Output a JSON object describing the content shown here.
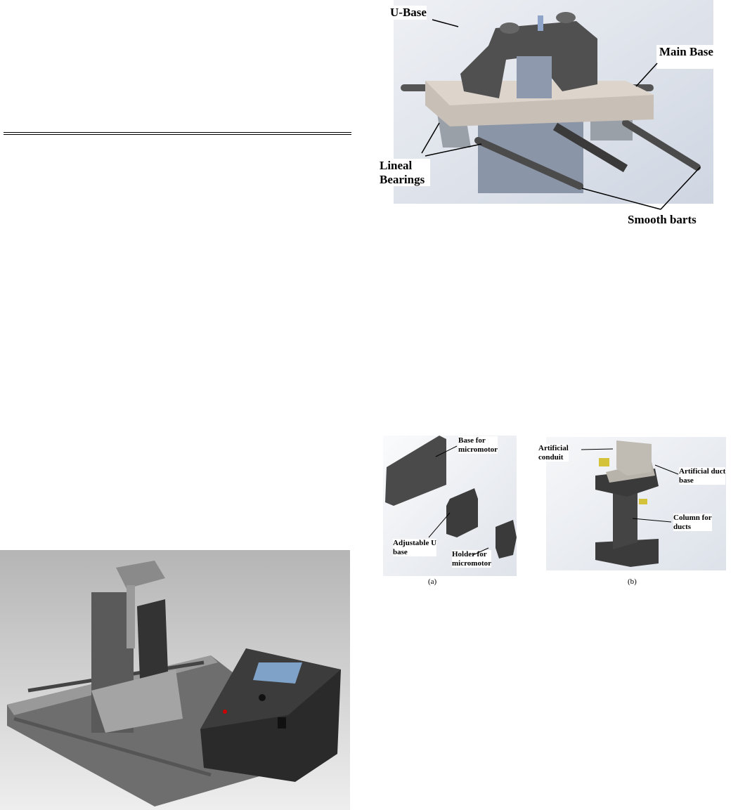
{
  "figure_top": {
    "labels": {
      "u_base": "U-Base",
      "main_base": "Main Base",
      "lineal_bearings": "Lineal\nBearings",
      "smooth_bars": "Smooth barts"
    }
  },
  "figure_parts": {
    "a": {
      "caption": "(a)",
      "labels": {
        "base_micromotor": "Base for\nmicromotor",
        "adjustable_u_base": "Adjustable U\nbase",
        "holder_micromotor": "Holder for\nmicromotor"
      }
    },
    "b": {
      "caption": "(b)",
      "labels": {
        "artificial_conduit": "Artificial\nconduit",
        "artificial_duct_base": "Artificial duct\nbase",
        "column_ducts": "Column for\nducts"
      }
    }
  }
}
